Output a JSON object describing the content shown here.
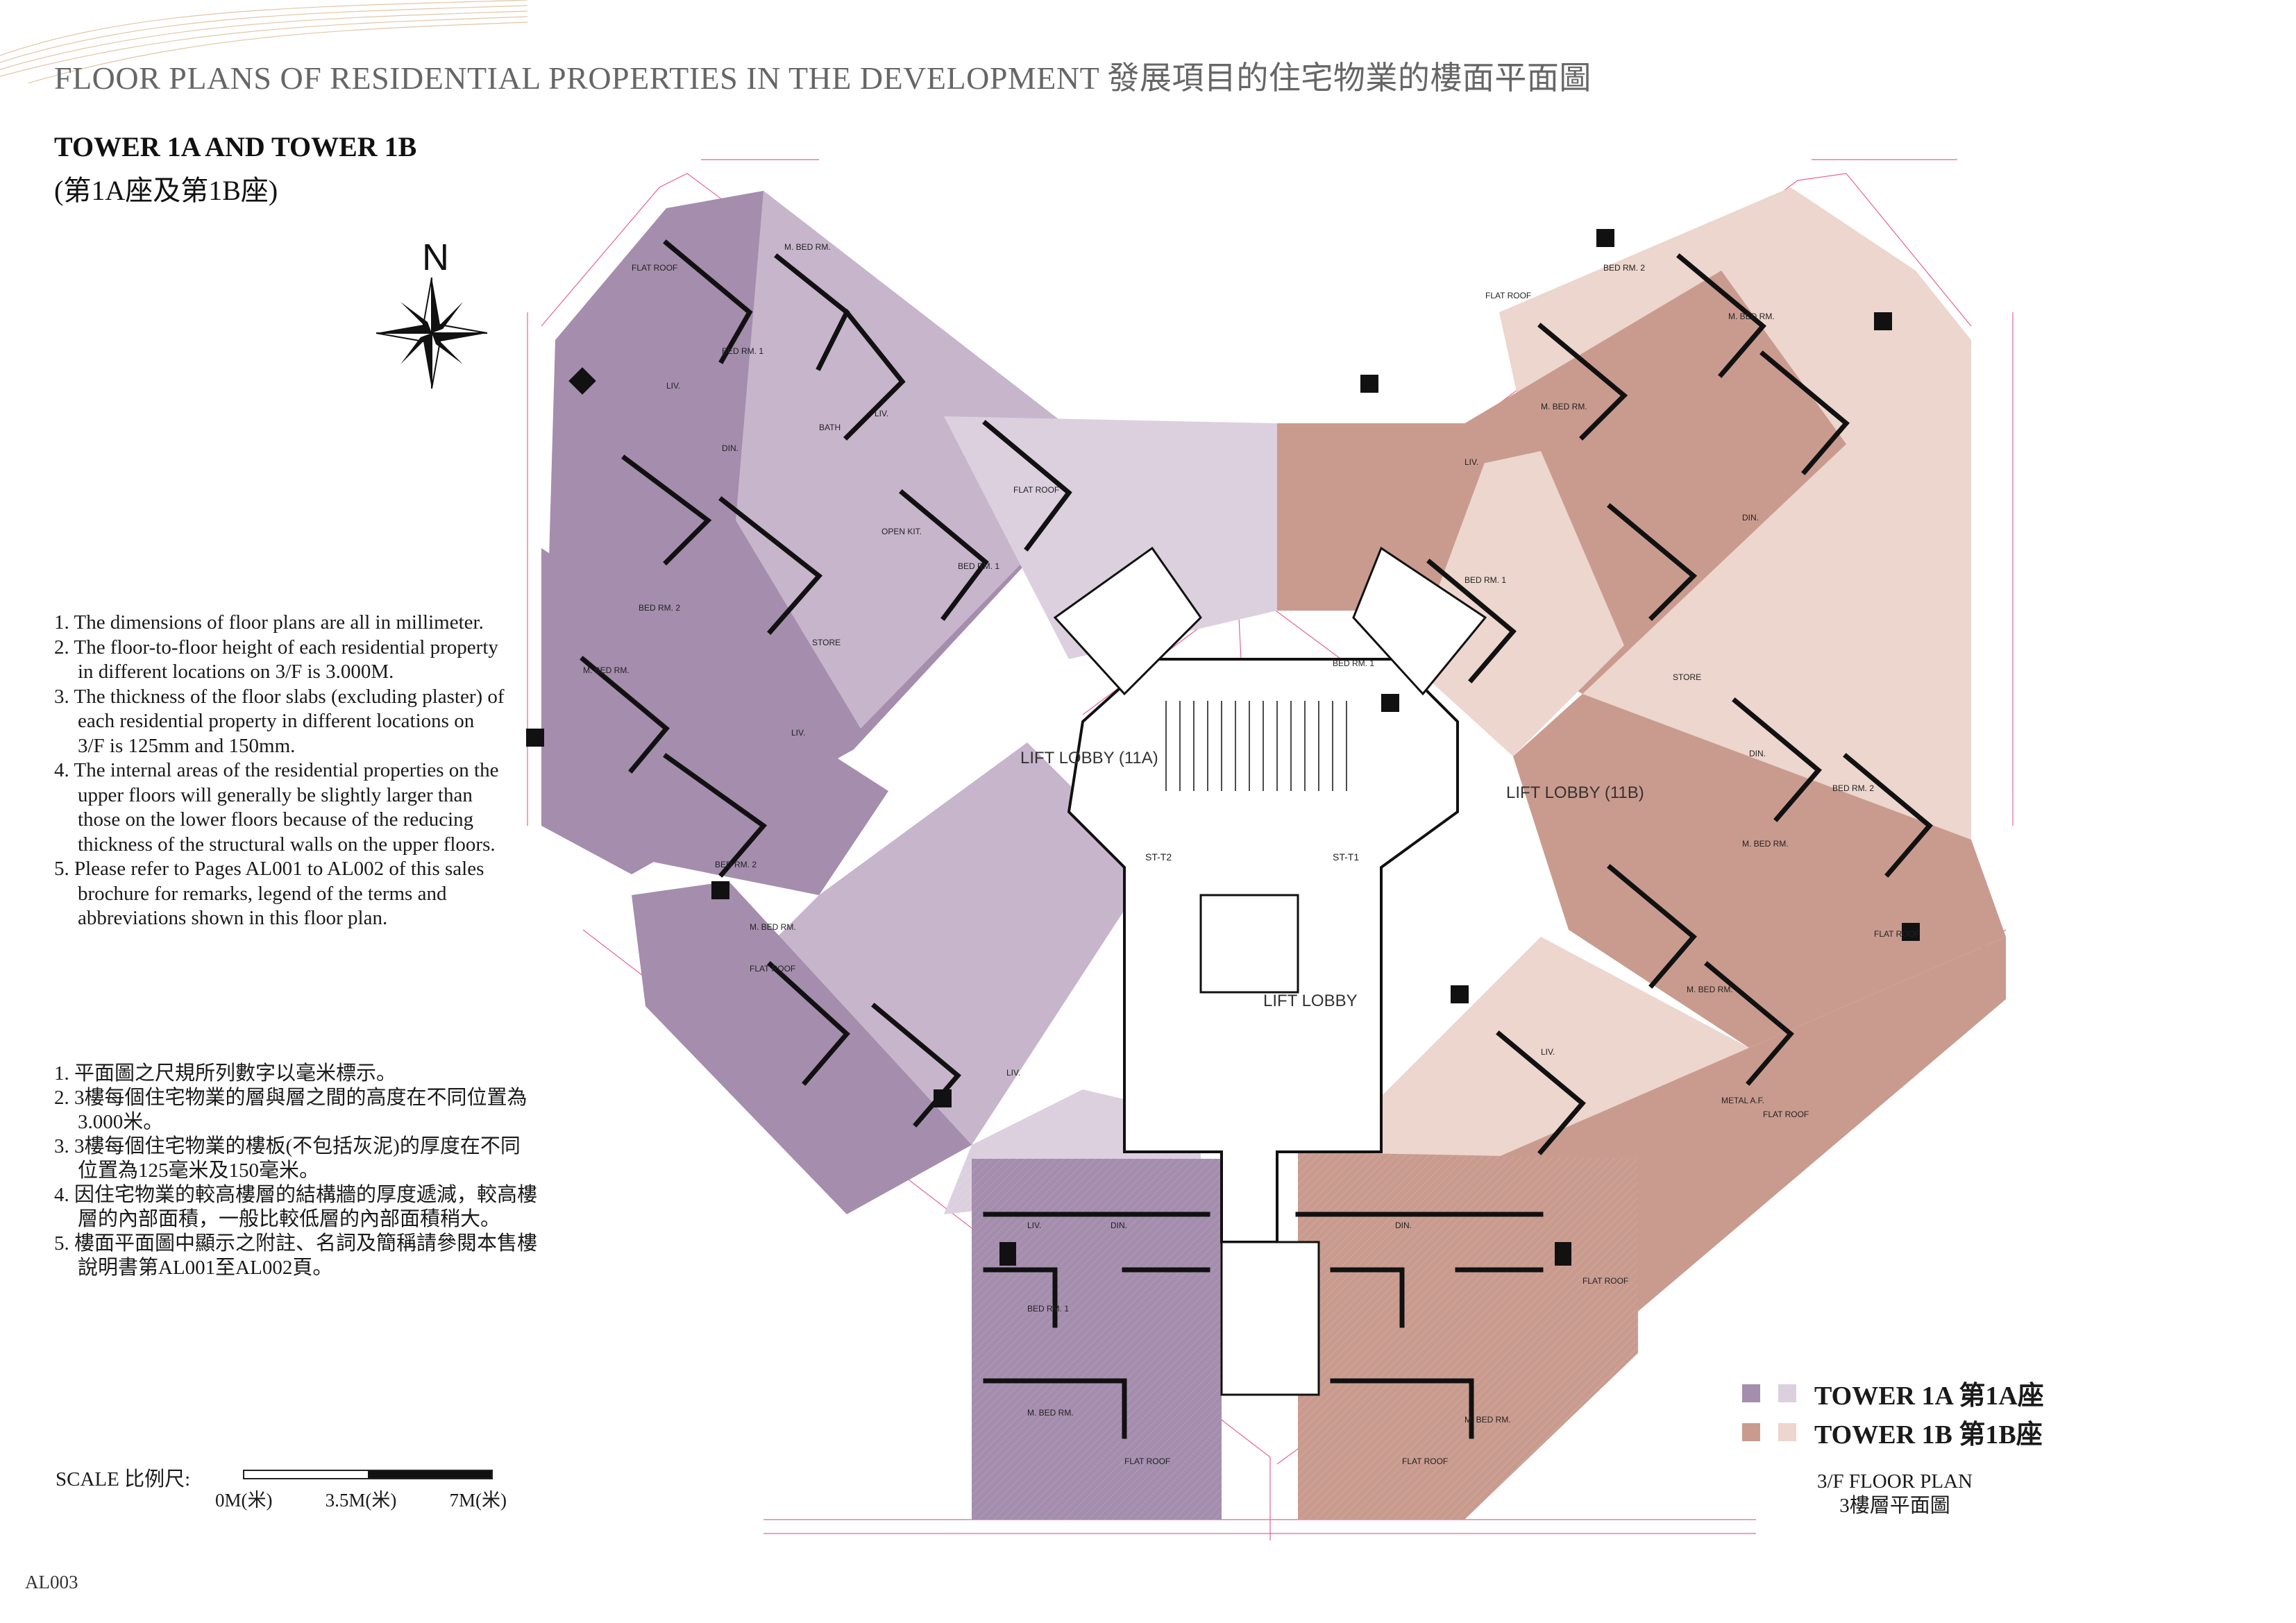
{
  "header": {
    "title": "FLOOR PLANS OF RESIDENTIAL PROPERTIES IN THE DEVELOPMENT 發展項目的住宅物業的樓面平面圖",
    "tower_title": "TOWER 1A AND TOWER 1B",
    "tower_subtitle": "(第1A座及第1B座)"
  },
  "compass": {
    "letter": "N"
  },
  "notes_en": [
    "1. The dimensions of floor plans are all in millimeter.",
    "2. The floor-to-floor height of each residential property in different locations on 3/F is 3.000M.",
    "3. The thickness of the floor slabs (excluding plaster) of each residential property in different locations on 3/F is 125mm and 150mm.",
    "4. The internal areas of the residential properties on the upper floors will generally be slightly larger than those on the lower floors because of the reducing thickness of the structural walls on the upper floors.",
    "5. Please refer to Pages AL001 to AL002 of this sales brochure for remarks, legend of the terms and abbreviations shown in this floor plan."
  ],
  "notes_zh": [
    "1. 平面圖之尺規所列數字以毫米標示。",
    "2. 3樓每個住宅物業的層與層之間的高度在不同位置為3.000米。",
    "3. 3樓每個住宅物業的樓板(不包括灰泥)的厚度在不同位置為125毫米及150毫米。",
    "4. 因住宅物業的較高樓層的結構牆的厚度遞減，較高樓層的內部面積，一般比較低層的內部面積稍大。",
    "5. 樓面平面圖中顯示之附註、名詞及簡稱請參閱本售樓說明書第AL001至AL002頁。"
  ],
  "plan": {
    "lobby_1a": "LIFT LOBBY (11A)",
    "lobby_1b": "LIFT LOBBY (11B)",
    "lobby_center": "LIFT LOBBY",
    "stair_left": "ST-T2",
    "stair_right": "ST-T1",
    "rooms": {
      "flat_roof": "FLAT ROOF",
      "liv": "LIV.",
      "din": "DIN.",
      "mbed": "M. BED RM.",
      "bed1": "BED RM. 1",
      "bed2": "BED RM. 2",
      "bath": "BATH",
      "kit": "OPEN KIT.",
      "store": "STORE",
      "metal": "METAL A.F."
    }
  },
  "legend": {
    "tower_1a": "TOWER 1A 第1A座",
    "tower_1b": "TOWER 1B 第1B座",
    "colors": {
      "tower_1a_dark": "#a48dad",
      "tower_1a_light": "#dcd0df",
      "tower_1b_dark": "#c99b8e",
      "tower_1b_light": "#ecd6cd"
    }
  },
  "floor_plan_label": {
    "en": "3/F FLOOR PLAN",
    "zh": "3樓層平面圖"
  },
  "scale": {
    "label": "SCALE 比例尺:",
    "ticks": [
      "0M(米)",
      "3.5M(米)",
      "7M(米)"
    ]
  },
  "page_number": "AL003"
}
